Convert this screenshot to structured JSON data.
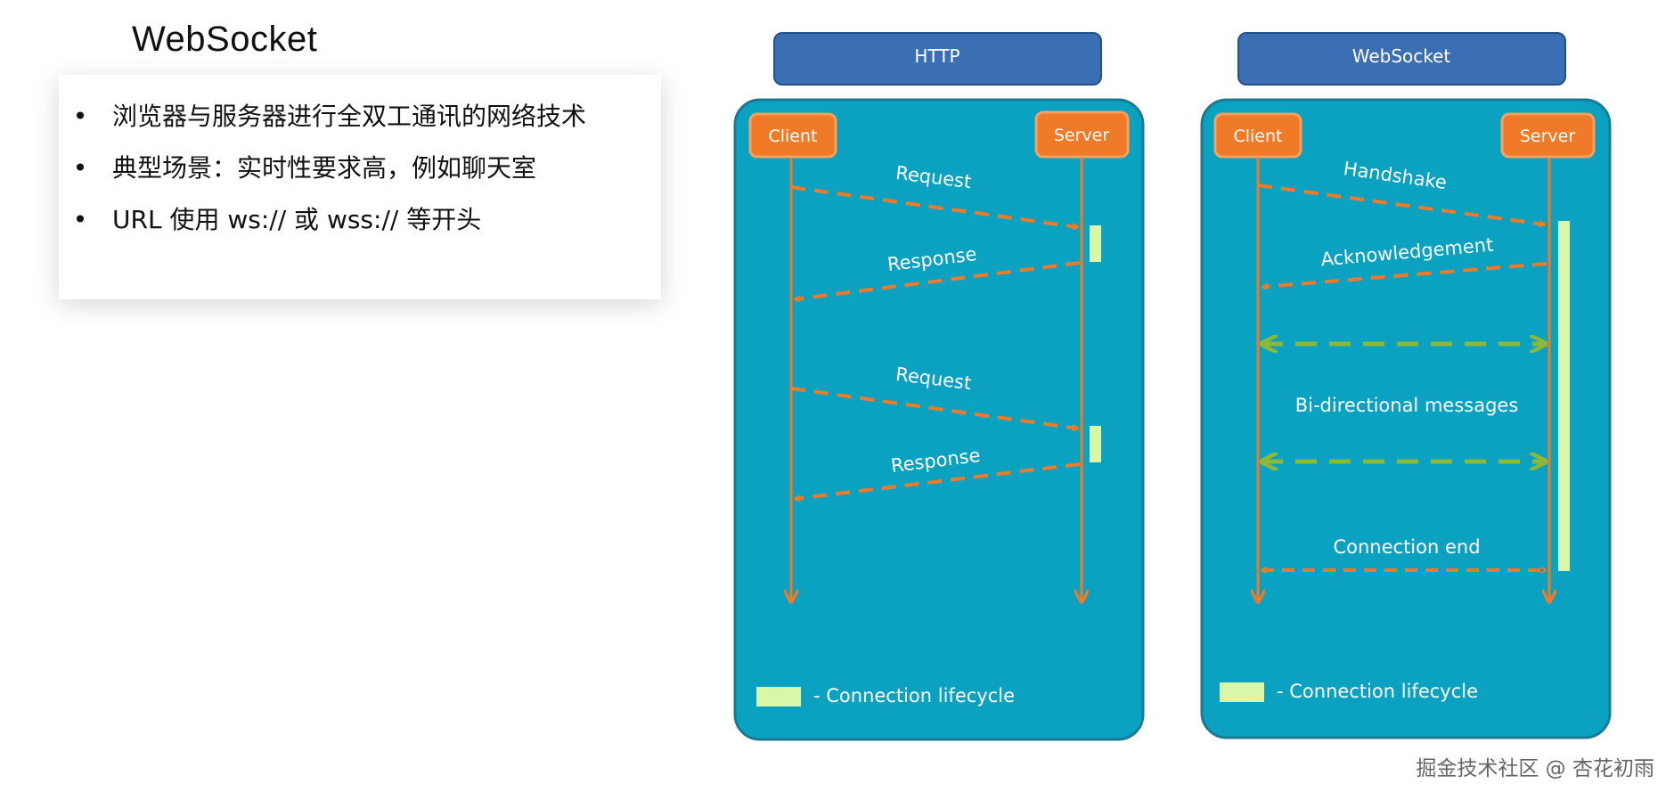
{
  "slide": {
    "title": "WebSocket",
    "bullets": [
      "浏览器与服务器进行全双工通讯的网络技术",
      "典型场景：实时性要求高，例如聊天室",
      "URL 使用 ws:// 或 wss:// 等开头"
    ],
    "watermark": "掘金技术社区 @ 杏花初雨"
  },
  "colors": {
    "panel": "#0aa2c0",
    "panel_border": "#1a7a93",
    "header": "#3b6fb4",
    "actor": "#f07a28",
    "arrow": "#f07a28",
    "bidirectional_arrow": "#8cb83a",
    "lifecycle": "#d9f7a8"
  },
  "diagram": {
    "http": {
      "header": "HTTP",
      "client": "Client",
      "server": "Server",
      "messages": [
        "Request",
        "Response",
        "Request",
        "Response"
      ],
      "legend": "- Connection lifecycle"
    },
    "websocket": {
      "header": "WebSocket",
      "client": "Client",
      "server": "Server",
      "handshake": "Handshake",
      "acknowledgement": "Acknowledgement",
      "bidirectional": "Bi-directional messages",
      "connection_end": "Connection end",
      "legend": "- Connection lifecycle"
    }
  }
}
